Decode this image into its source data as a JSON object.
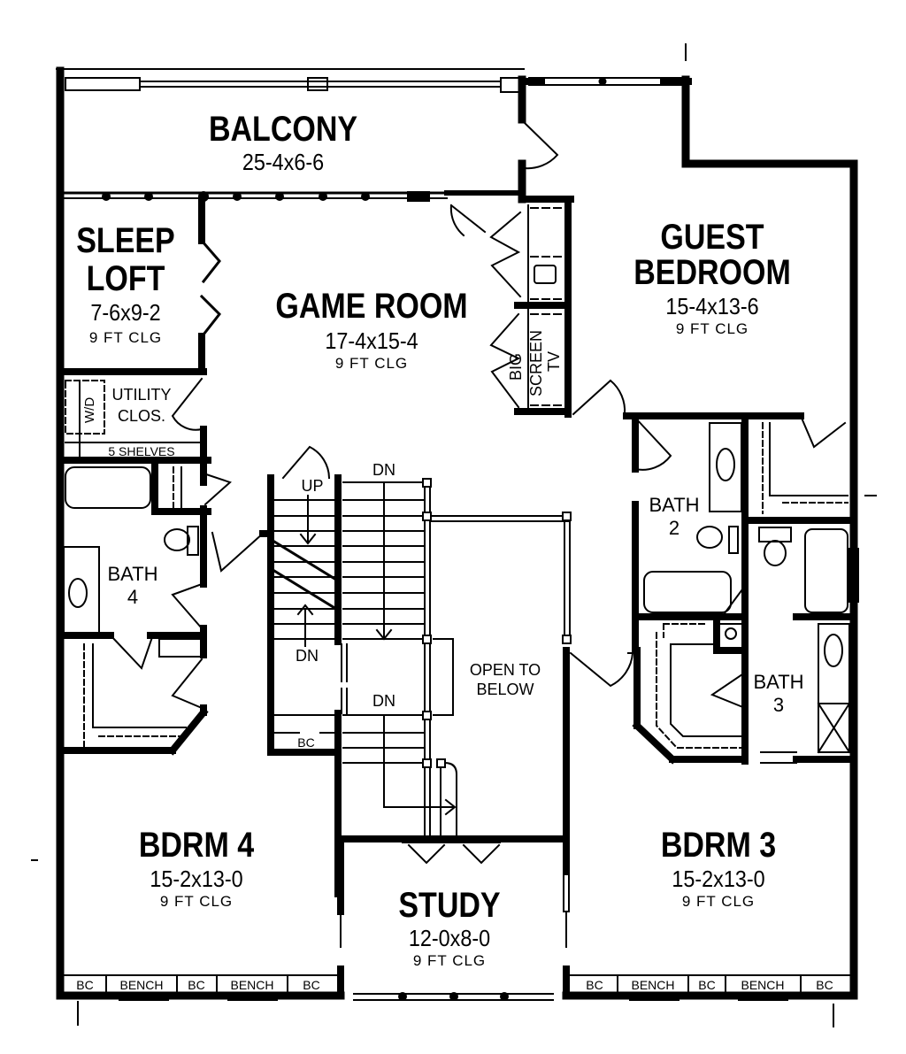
{
  "plan": {
    "line_color": "#000000",
    "background": "#ffffff"
  },
  "rooms": {
    "balcony": {
      "name": "BALCONY",
      "dims": "25-4x6-6"
    },
    "guest_bedroom": {
      "name_line1": "GUEST",
      "name_line2": "BEDROOM",
      "dims": "15-4x13-6",
      "ceiling": "9 FT CLG"
    },
    "sleep_loft": {
      "name_line1": "SLEEP",
      "name_line2": "LOFT",
      "dims": "7-6x9-2",
      "ceiling": "9 FT CLG"
    },
    "game_room": {
      "name": "GAME ROOM",
      "dims": "17-4x15-4",
      "ceiling": "9 FT CLG"
    },
    "utility": {
      "line1": "UTILITY",
      "line2": "CLOS.",
      "wd": "W/D",
      "shelves": "5 SHELVES"
    },
    "big_screen": {
      "line1": "BIG",
      "line2": "SCREEN",
      "line3": "TV"
    },
    "bath4": {
      "line1": "BATH",
      "line2": "4"
    },
    "bath2": {
      "line1": "BATH",
      "line2": "2"
    },
    "bath3": {
      "line1": "BATH",
      "line2": "3"
    },
    "stairs": {
      "up": "UP",
      "dn_left": "DN",
      "dn_top": "DN",
      "dn_mid": "DN",
      "bc": "BC"
    },
    "open_to_below": {
      "line1": "OPEN TO",
      "line2": "BELOW"
    },
    "bdrm4": {
      "name": "BDRM 4",
      "dims": "15-2x13-0",
      "ceiling": "9 FT CLG"
    },
    "bdrm3": {
      "name": "BDRM 3",
      "dims": "15-2x13-0",
      "ceiling": "9 FT CLG"
    },
    "study": {
      "name": "STUDY",
      "dims": "12-0x8-0",
      "ceiling": "9 FT CLG"
    }
  },
  "benches_left": [
    "BC",
    "BENCH",
    "BC",
    "BENCH",
    "BC"
  ],
  "benches_right": [
    "BC",
    "BENCH",
    "BC",
    "BENCH",
    "BC"
  ]
}
